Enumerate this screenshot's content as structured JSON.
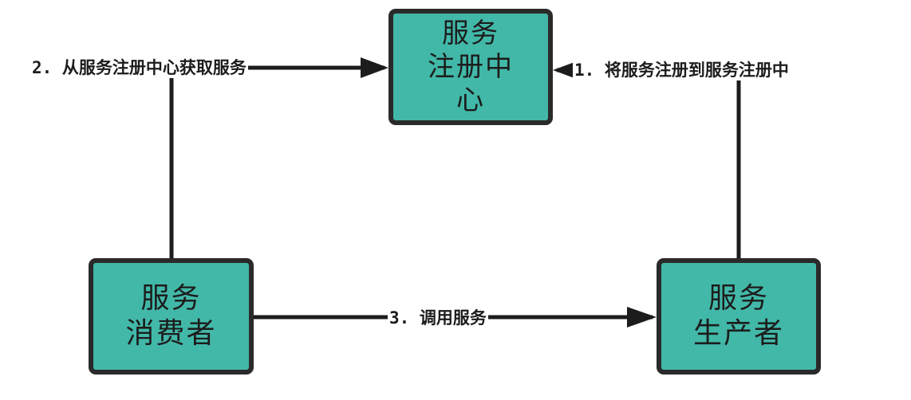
{
  "colors": {
    "node_fill": "#42b8a8",
    "node_border": "#2a2a2a",
    "edge": "#1c1c1c"
  },
  "nodes": {
    "registry": {
      "label": "服务\n注册中\n心"
    },
    "consumer": {
      "label": "服务\n消费者"
    },
    "provider": {
      "label": "服务\n生产者"
    }
  },
  "edges": {
    "register": {
      "label": "1. 将服务注册到服务注册中"
    },
    "fetch": {
      "label": "2. 从服务注册中心获取服务"
    },
    "invoke": {
      "label": "3. 调用服务"
    }
  }
}
